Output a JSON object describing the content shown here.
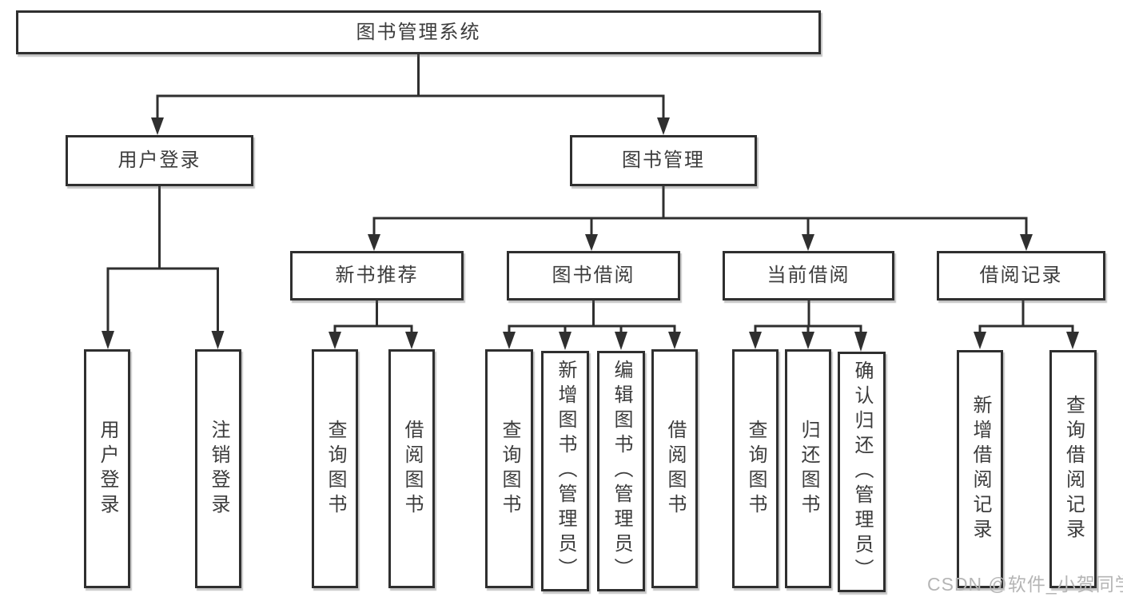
{
  "title": "图书管理系统",
  "colors": {
    "box_border": "#2f2f2f",
    "text": "#3c3c3c",
    "connector": "#2f2f2f",
    "background": "#ffffff",
    "watermark": "#b5b5b5"
  },
  "watermark": "CSDN @软件_小贺同学",
  "tree": {
    "root": {
      "label": "图书管理系统",
      "children": {
        "user_login": {
          "label": "用户登录",
          "children": {
            "login": {
              "label": "用户登录"
            },
            "logout": {
              "label": "注销登录"
            }
          }
        },
        "book_mgmt": {
          "label": "图书管理",
          "children": {
            "new_book_rec": {
              "label": "新书推荐",
              "children": {
                "query_books": {
                  "label": "查询图书"
                },
                "borrow_books": {
                  "label": "借阅图书"
                }
              }
            },
            "book_borrow": {
              "label": "图书借阅",
              "children": {
                "query_books": {
                  "label": "查询图书"
                },
                "add_books": {
                  "label": "新增图书（管理员）"
                },
                "edit_books": {
                  "label": "编辑图书（管理员）"
                },
                "borrow_books": {
                  "label": "借阅图书"
                }
              }
            },
            "current_borrow": {
              "label": "当前借阅",
              "children": {
                "query_books": {
                  "label": "查询图书"
                },
                "return_books": {
                  "label": "归还图书"
                },
                "confirm_return": {
                  "label": "确认归还（管理员）"
                }
              }
            },
            "borrow_records": {
              "label": "借阅记录",
              "children": {
                "add_record": {
                  "label": "新增借阅记录"
                },
                "query_record": {
                  "label": "查询借阅记录"
                }
              }
            }
          }
        }
      }
    }
  }
}
